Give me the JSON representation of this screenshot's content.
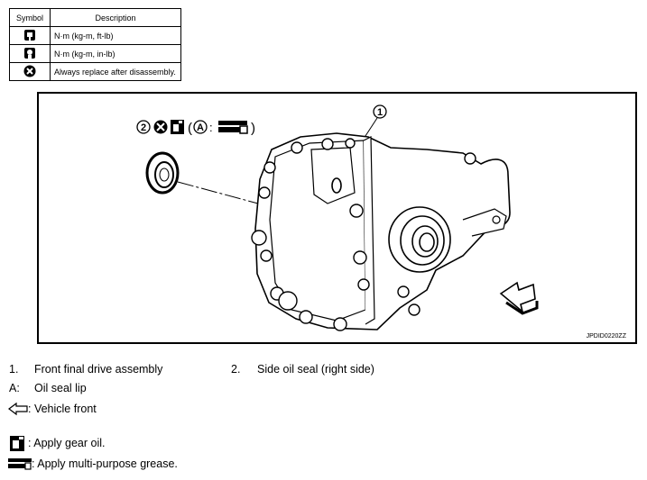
{
  "legend": {
    "header_symbol": "Symbol",
    "header_description": "Description",
    "rows": [
      {
        "icon": "torque-wrench-icon",
        "text": "N·m (kg-m, ft-lb)"
      },
      {
        "icon": "torque-wrench-small-icon",
        "text": "N·m (kg-m, in-lb)"
      },
      {
        "icon": "replace-x-icon",
        "text": "Always replace after disassembly."
      }
    ]
  },
  "figure": {
    "callout_1": "1",
    "callout_2": "2",
    "callout_a": "A",
    "figure_id": "JPDID0220ZZ"
  },
  "captions": {
    "item1_num": "1.",
    "item1_text": "Front final drive assembly",
    "item2_num": "2.",
    "item2_text": "Side oil seal (right side)",
    "a_num": "A:",
    "a_text": "Oil seal lip"
  },
  "notes": {
    "vehicle_front": ": Vehicle front",
    "gear_oil": ": Apply gear oil.",
    "grease": ": Apply multi-purpose grease."
  }
}
